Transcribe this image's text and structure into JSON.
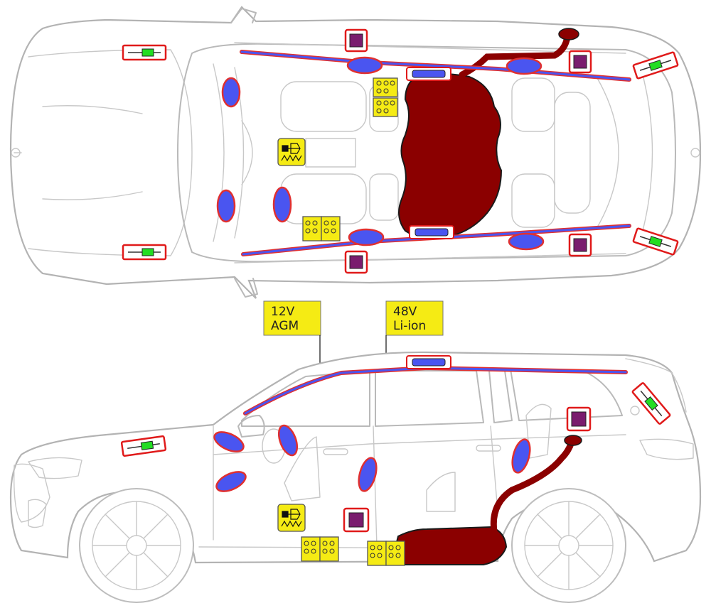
{
  "colors": {
    "airbag": "#4a55f0",
    "airbag_outline": "#e03030",
    "curtain_line": "#4a55f0",
    "fuel_tank": "#8b0000",
    "battery": "#f5eb14",
    "sensor_box": "#7a1c6e",
    "sensor_frame": "#e01a1a",
    "gas_spring": "#22dd22",
    "car_outline": "#b5b5b5"
  },
  "labels": {
    "battery_12v": {
      "line1": "12V",
      "line2": "AGM"
    },
    "battery_48v": {
      "line1": "48V",
      "line2": "Li-ion"
    }
  },
  "icons": [
    "airbag-icon",
    "curtain-airbag-icon",
    "fuel-tank-icon",
    "battery-icon",
    "control-unit-icon",
    "gas-strut-icon",
    "seatbelt-tensioner-icon"
  ]
}
